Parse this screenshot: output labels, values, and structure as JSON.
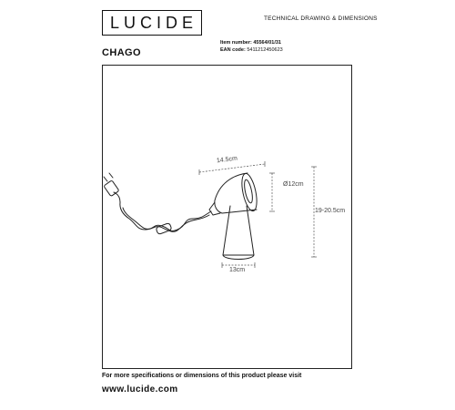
{
  "header": {
    "brand": "LUCIDE",
    "doc_type": "TECHNICAL DRAWING & DIMENSIONS",
    "product_name": "CHAGO",
    "item_number_label": "Item number:",
    "item_number": "45564/01/31",
    "ean_label": "EAN code:",
    "ean": "5411212450623"
  },
  "dimensions": {
    "length": "14.5cm",
    "diameter": "Ø12cm",
    "height": "19-20.5cm",
    "base": "13cm"
  },
  "footer": {
    "note": "For more specifications or dimensions of this product please visit",
    "url": "www.lucide.com"
  },
  "colors": {
    "line": "#222222",
    "dim": "#555555"
  }
}
